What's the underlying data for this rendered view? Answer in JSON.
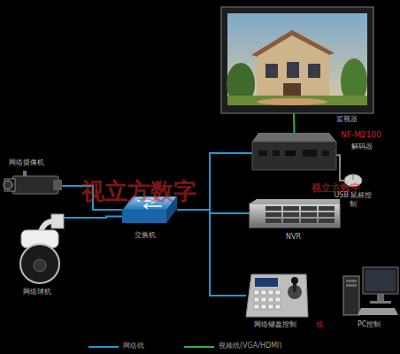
{
  "diagram": {
    "nodes": [
      {
        "text": [
          "监视器"
        ]
      },
      {
        "text": [
          "NF-M2100",
          "解码器"
        ]
      },
      {
        "text": [
          "网络摄像机"
        ]
      },
      {
        "text": [
          "USB 鼠标控制"
        ]
      },
      {
        "text": [
          "交换机"
        ]
      },
      {
        "text": [
          "NVR"
        ]
      },
      {
        "text": [
          "网络球机"
        ]
      },
      {
        "text": [
          "网络键盘控制"
        ]
      },
      {
        "text": [
          "PC控制"
        ]
      }
    ],
    "edges": [
      {
        "from": 2,
        "to": 4,
        "arrow": "none"
      },
      {
        "from": 6,
        "to": 4,
        "arrow": "none"
      },
      {
        "from": 4,
        "to": 1,
        "arrow": "none"
      },
      {
        "from": 4,
        "to": 5,
        "arrow": "none"
      },
      {
        "from": 4,
        "to": 7,
        "arrow": "none"
      },
      {
        "from": 1,
        "to": 0,
        "arrow": "none"
      },
      {
        "from": 1,
        "to": 3,
        "arrow": "none"
      }
    ],
    "labels": [
      "视立方数字",
      "视立方数字",
      "或"
    ],
    "legend": [
      {
        "text": "网络线"
      },
      {
        "text": "视频线(VGA/HDMI)"
      }
    ]
  }
}
